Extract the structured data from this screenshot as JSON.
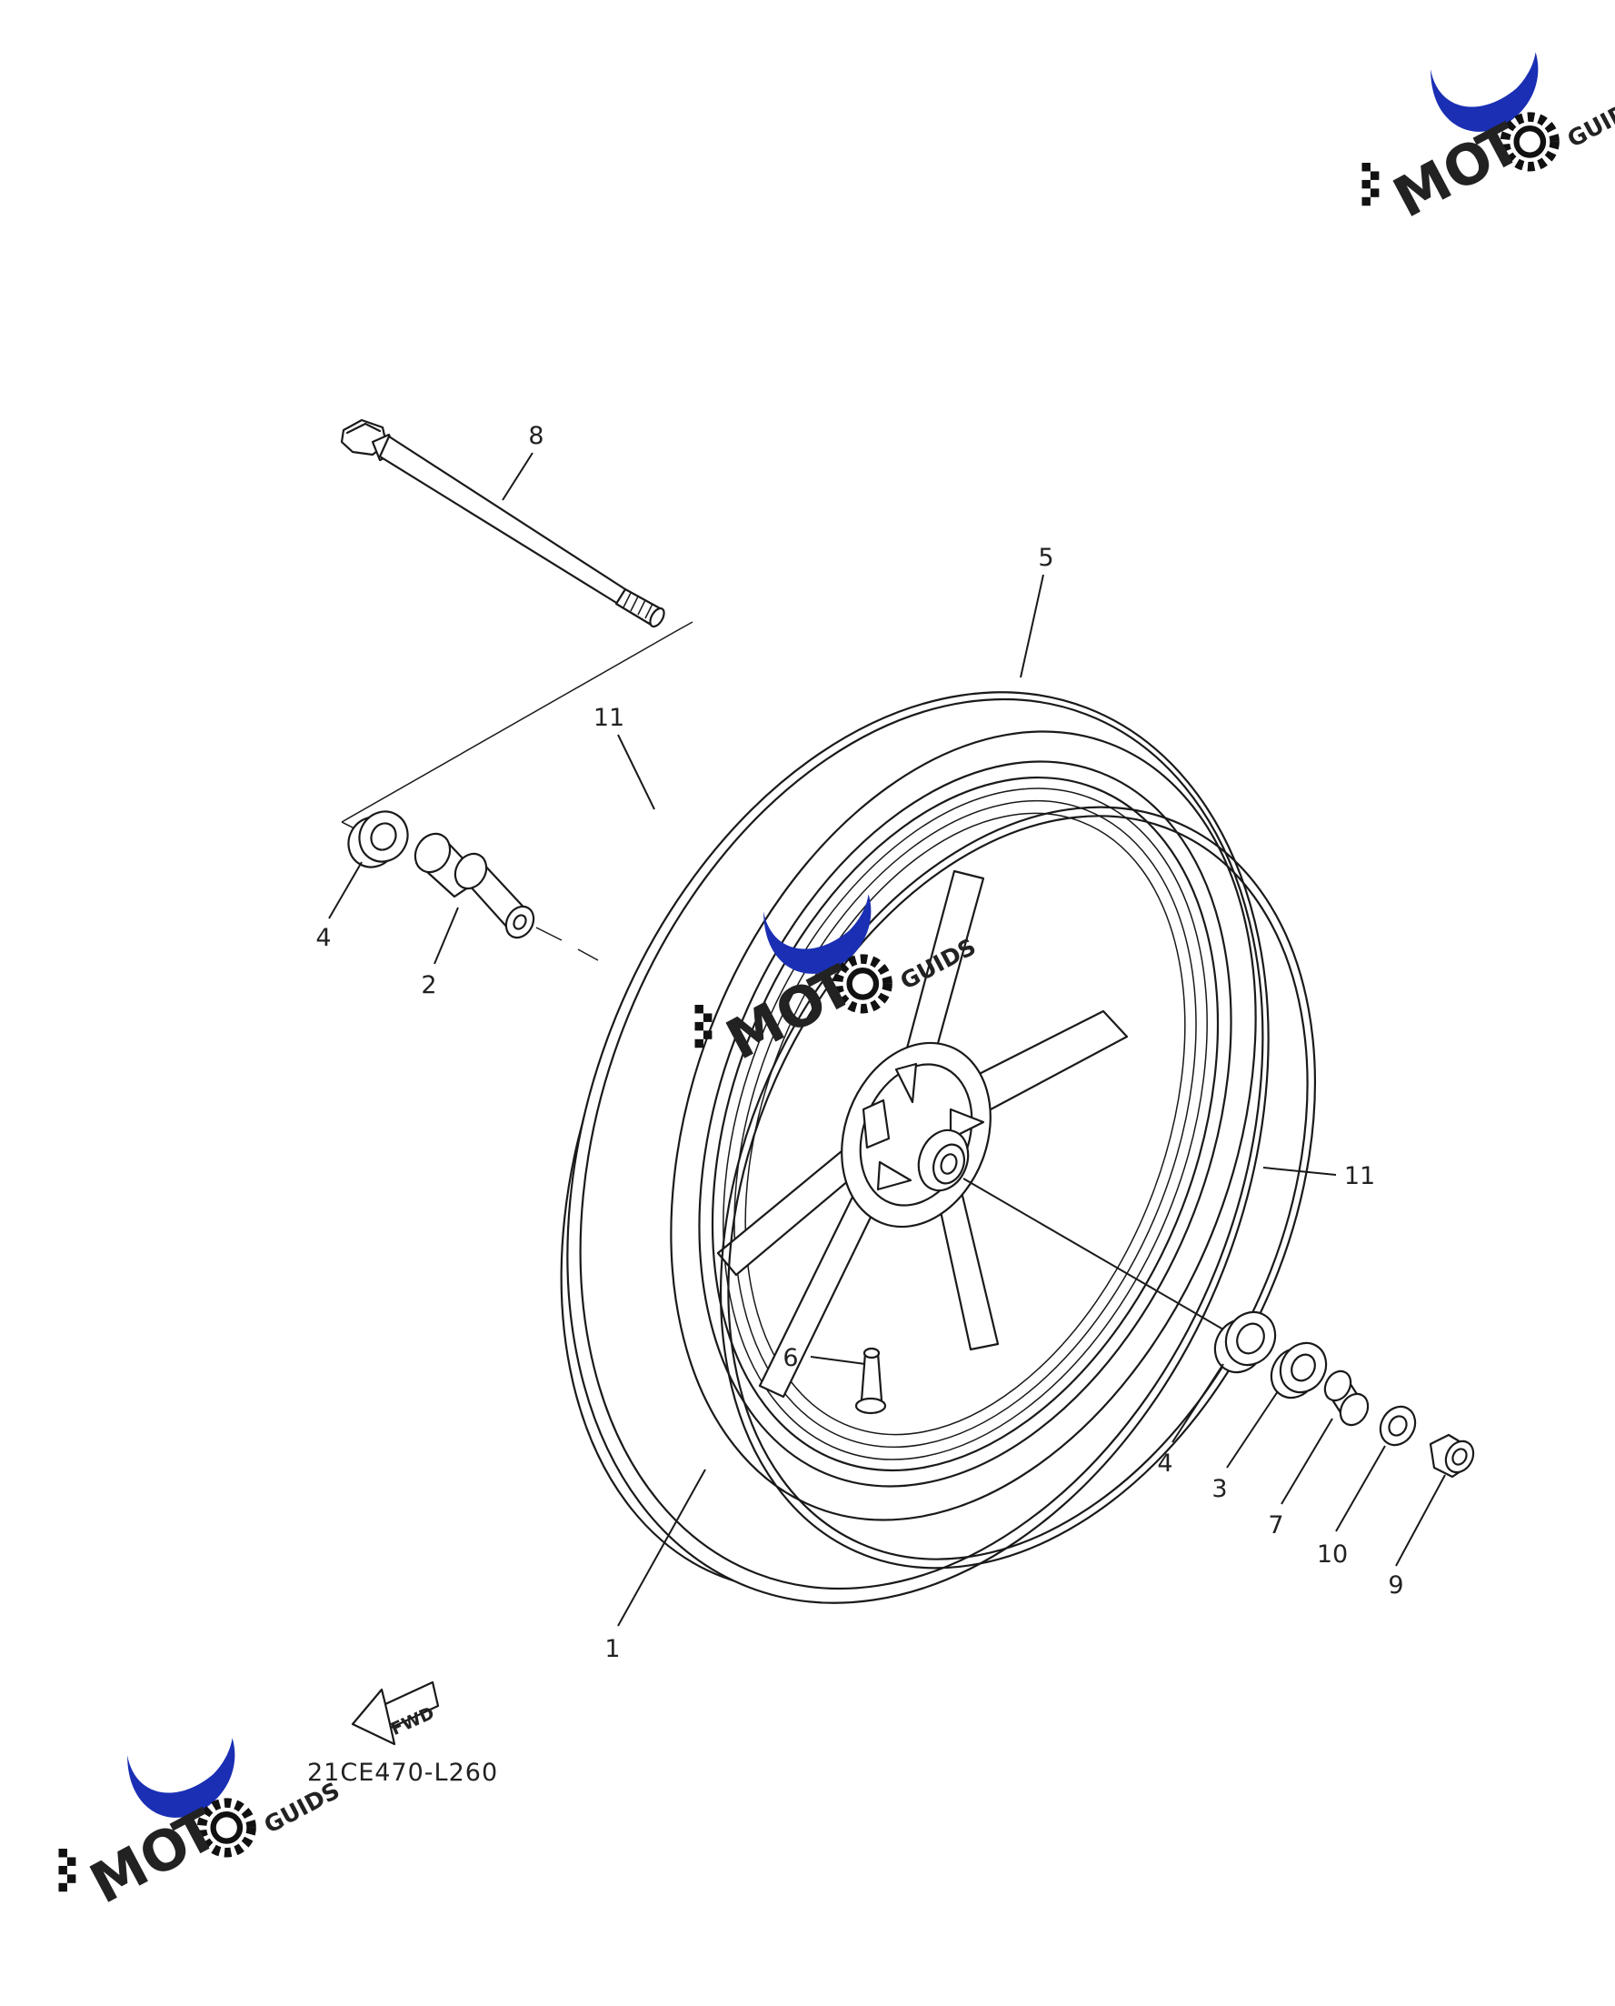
{
  "callouts": {
    "c1": "1",
    "c2": "2",
    "c3": "3",
    "c4a": "4",
    "c4b": "4",
    "c5": "5",
    "c6": "6",
    "c7": "7",
    "c8": "8",
    "c9": "9",
    "c10": "10",
    "c11a": "11",
    "c11b": "11"
  },
  "fwd_label": "FWD",
  "diagram_code": "21CE470-L260",
  "watermark": {
    "logo_text": "MOTO GUIDS",
    "colors": {
      "swoosh": "#1a2fb4",
      "letters": "#e3141b",
      "gear": "#111111"
    }
  }
}
